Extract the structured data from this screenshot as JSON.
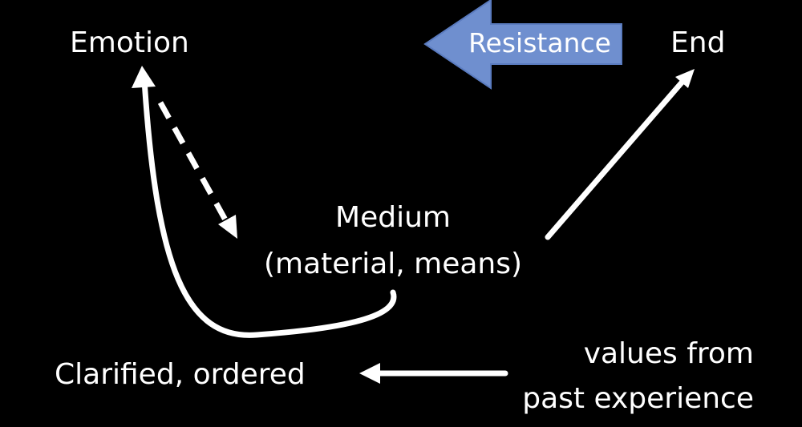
{
  "nodes": {
    "emotion": "Emotion",
    "end": "End",
    "medium_line1": "Medium",
    "medium_line2": "(material, means)",
    "clarified": "Clarified, ordered",
    "values_line1": "values from",
    "values_line2": "past experience",
    "resistance": "Resistance"
  },
  "colors": {
    "background": "#000000",
    "text": "#ffffff",
    "arrow": "#ffffff",
    "resistance_fill": "#6f8fcf",
    "resistance_stroke": "#5a7bbf"
  },
  "arrows": [
    {
      "from": "medium",
      "to": "emotion",
      "style": "solid curved"
    },
    {
      "from": "emotion",
      "to": "medium",
      "style": "dashed"
    },
    {
      "from": "medium",
      "to": "end",
      "style": "solid"
    },
    {
      "from": "values",
      "to": "clarified",
      "style": "solid"
    },
    {
      "from": "end",
      "to": "emotion",
      "style": "block arrow",
      "label": "Resistance"
    }
  ]
}
